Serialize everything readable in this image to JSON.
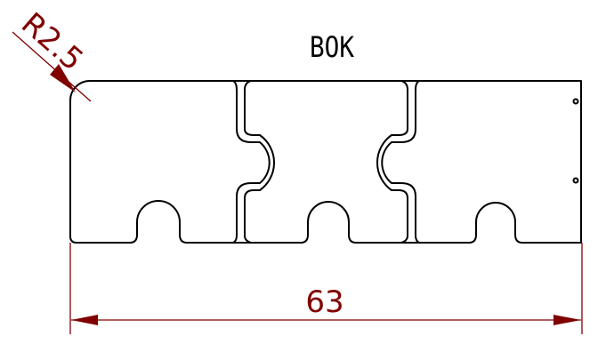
{
  "drawing": {
    "title": "BOK",
    "radius_label": "R2.5",
    "width_dimension": "63",
    "colors": {
      "part_outline": "#000000",
      "dimension": "#800000",
      "background": "#ffffff"
    },
    "features": {
      "panels": 3,
      "puzzle_joints": 2,
      "bottom_notches": 3,
      "mounting_holes": 2
    }
  }
}
